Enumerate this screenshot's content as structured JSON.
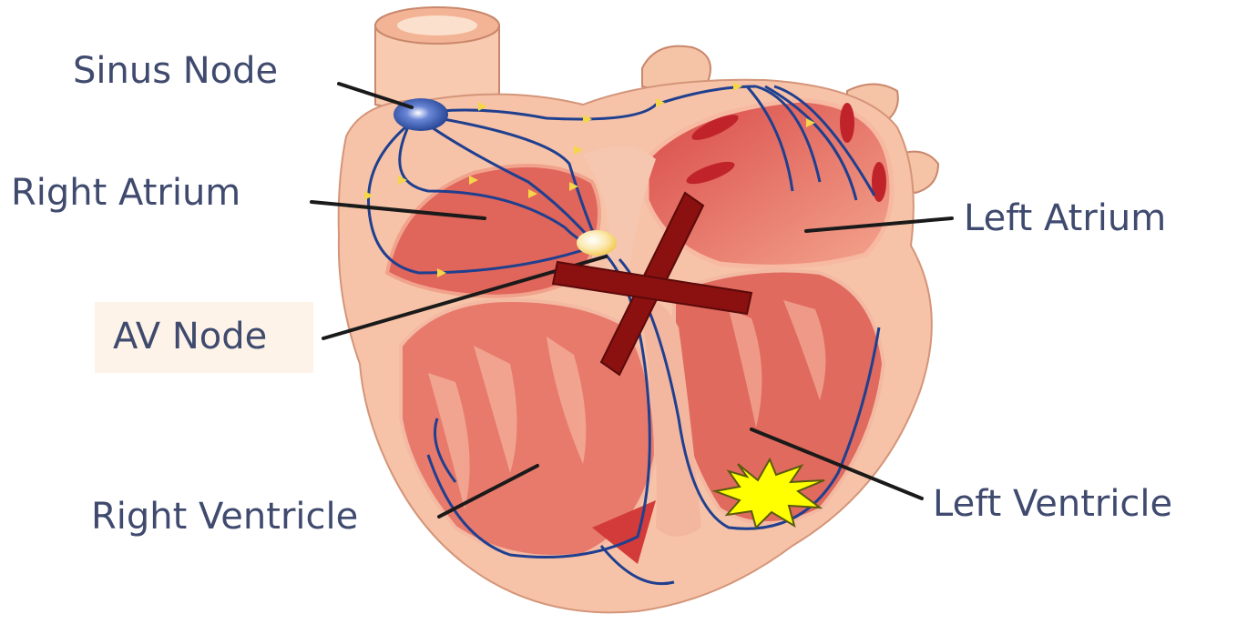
{
  "labels": {
    "sinus_node": "Sinus Node",
    "right_atrium": "Right Atrium",
    "av_node": "AV Node",
    "right_ventricle": "Right Ventricle",
    "left_atrium": "Left Atrium",
    "left_ventricle": "Left Ventricle"
  },
  "colors": {
    "label_text": "#3f4a6e",
    "heart_outer": "#f7c3a8",
    "chamber": "#e26a5f",
    "conduction_path": "#1f3f8f",
    "impulse_arrow": "#f5d54a",
    "cross_mark": "#8b1010",
    "burst": "#ffff00"
  },
  "annotations": {
    "cross_mark_icon": "blocked-conduction-x",
    "burst_icon": "ectopic-focus-star"
  }
}
